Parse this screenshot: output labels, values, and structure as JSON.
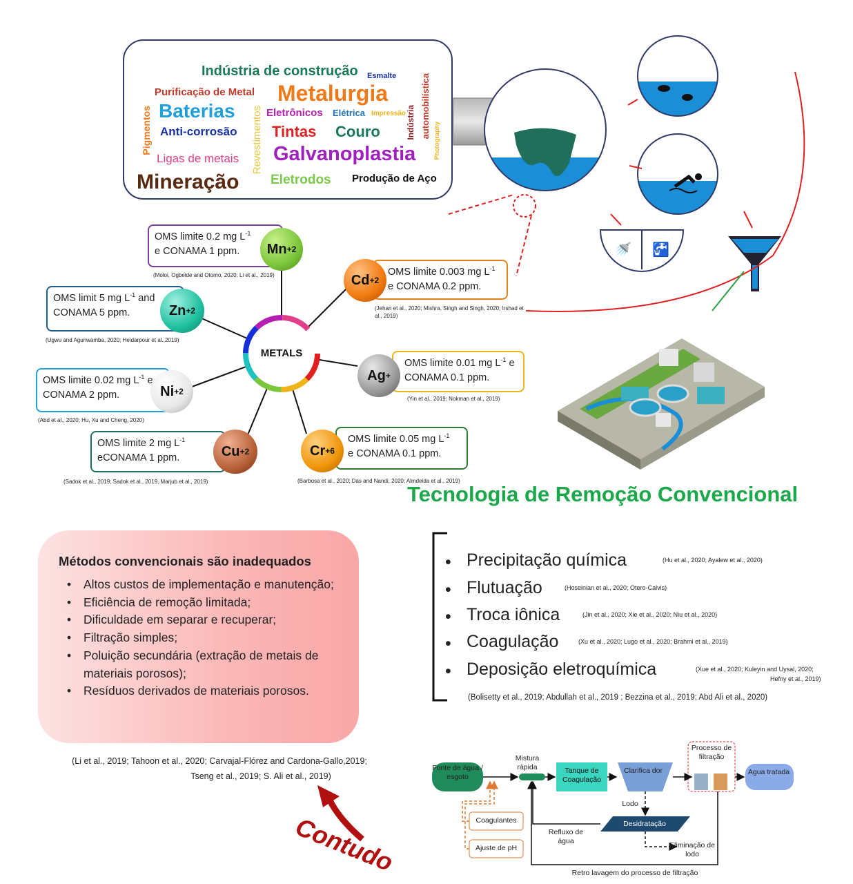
{
  "word_cloud": [
    {
      "text": "Indústria de construção",
      "color": "#1b7a55"
    },
    {
      "text": "Esmalte",
      "color": "#1530a8"
    },
    {
      "text": "Purificação de Metal",
      "color": "#c0392b"
    },
    {
      "text": "Metalurgia",
      "color": "#f07a1a"
    },
    {
      "text": "automobilística",
      "color": "#c0392b"
    },
    {
      "text": "Baterias",
      "color": "#1fa0d8"
    },
    {
      "text": "Eletrônicos",
      "color": "#b51fb0"
    },
    {
      "text": "Elétrica",
      "color": "#2074b5"
    },
    {
      "text": "Impressão",
      "color": "#f0b41a"
    },
    {
      "text": "Indústria",
      "color": "#8b1a1a"
    },
    {
      "text": "Pigmentos",
      "color": "#f07a1a"
    },
    {
      "text": "Anti-corrosão",
      "color": "#1530a8"
    },
    {
      "text": "Tintas",
      "color": "#e02020"
    },
    {
      "text": "Couro",
      "color": "#1b7a55"
    },
    {
      "text": "Photography",
      "color": "#f0b41a"
    },
    {
      "text": "Revestimentos",
      "color": "#e8c53a"
    },
    {
      "text": "Galvanoplastia",
      "color": "#a020c0"
    },
    {
      "text": "Ligas de metais",
      "color": "#e0408a"
    },
    {
      "text": "Mineração",
      "color": "#5a2a10"
    },
    {
      "text": "Eletrodos",
      "color": "#7ac94a"
    },
    {
      "text": "Produção de Aço",
      "color": "#111111"
    }
  ],
  "hub": {
    "label": "METALS"
  },
  "metals": [
    {
      "symbol": "Mn",
      "charge": "+2",
      "pre": "OMS limite 0.2 mg L",
      "sup": "-1",
      "post": " e CONAMA 1 ppm.",
      "ref": "(Moloi, Ogbeide and Otomo, 2020; Li et al., 2019)",
      "border": "#7b3fa0",
      "ball": "#7bc63a"
    },
    {
      "symbol": "Cd",
      "charge": "+2",
      "pre": "OMS limite 0.003 mg L",
      "sup": "-1",
      "post": " e CONAMA 0.2 ppm.",
      "ref": "(Jehan et al., 2020; Mishra, Singh and Singh, 2020; Irshad et al., 2019)",
      "border": "#e8801a",
      "ball": "#f07a10"
    },
    {
      "symbol": "Zn",
      "charge": "+2",
      "pre": "OMS limit 5 mg L",
      "sup": "-1",
      "post": " and CONAMA 5 ppm.",
      "ref": "(Ugwu and Agunwamba, 2020; Heidarpour et al.,2019)",
      "border": "#1f5f8f",
      "ball": "#1fc0a0"
    },
    {
      "symbol": "Ag",
      "charge": "+",
      "pre": "OMS limite 0.01 mg L",
      "sup": "-1",
      "post": " e CONAMA 0.1 ppm.",
      "ref": "(Yin et al., 2019; Nokman et al., 2019)",
      "border": "#f0b41a",
      "ball": "#9a9a9a"
    },
    {
      "symbol": "Ni",
      "charge": "+2",
      "pre": "OMS limite 0.02 mg L",
      "sup": "-1",
      "post": " e CONAMA 2 ppm.",
      "ref": "(Abd et al., 2020; Hu, Xu and Cheng, 2020)",
      "border": "#1fa0d8",
      "ball": "#e8e8e8"
    },
    {
      "symbol": "Cu",
      "charge": "+2",
      "pre": "OMS limite 2 mg L",
      "sup": "-1",
      "post": " eCONAMA 1 ppm.",
      "ref": "(Sadok et al., 2019; Sadok et al., 2019, Marjub et al., 2019)",
      "border": "#1f6f5f",
      "ball": "#b8623a"
    },
    {
      "symbol": "Cr",
      "charge": "+6",
      "pre": "OMS limite 0.05 mg L",
      "sup": "-1",
      "post": " e CONAMA 0.1 ppm.",
      "ref": "(Barbosa et al., 2020; Das and Nandi, 2020; Almdeida et al., 2019)",
      "border": "#2f7a2f",
      "ball": "#f0960a"
    }
  ],
  "section_title": "Tecnologia de Remoção Convencional",
  "inadequate": {
    "title": "Métodos convencionais são inadequados",
    "items": [
      "Altos custos de implementação e manutenção;",
      "Eficiência de remoção limitada;",
      "Dificuldade em separar e recuperar;",
      "Filtração simples;",
      "Poluição secundária (extração de metais de materiais porosos);",
      "Resíduos derivados de materiais porosos."
    ],
    "refs_line1": "(Li et al., 2019; Tahoon et al., 2020; Carvajal-Flórez and Cardona-Gallo,2019;",
    "refs_line2": "Tseng et al., 2019; S. Ali et al., 2019)"
  },
  "contudo": "Contudo",
  "technologies": [
    {
      "name": "Precipitação química",
      "cite": "(Hu et al., 2020; Ayalew et al., 2020)"
    },
    {
      "name": "Flutuação",
      "cite": "(Hoseinian et al., 2020; Otero-Calvis)"
    },
    {
      "name": "Troca iônica",
      "cite": "(Jin et al., 2020; Xie et al., 2020; Niu et al., 2020)"
    },
    {
      "name": "Coagulação",
      "cite": "(Xu et al., 2020; Lugo et al., 2020; Brahmi et al., 2019)"
    },
    {
      "name": "Deposição eletroquímica",
      "cite": "(Xue et al., 2020; Kuleyin and Uysal, 2020;",
      "cite2": "Hefny et al., 2019)"
    }
  ],
  "tech_refs": "(Bolisetty et al., 2019; Abdullah et al., 2019 ; Bezzina et al., 2019; Abd Ali et al., 2020)",
  "flow": {
    "source": "Fonte de água / esgoto",
    "rapid_mix": "Mistura rápida",
    "coag_tank": "Tanque de Coagulação",
    "clarifier": "Clarifica dor",
    "filtration": "Processo de filtração",
    "treated": "Agua tratada",
    "sludge": "Lodo",
    "dewatering": "Desidratação",
    "reflux": "Refluxo de água",
    "sludge_disposal": "Eliminação de lodo",
    "coagulants": "Coagulantes",
    "ph": "Ajuste de pH",
    "backwash": "Retro lavagem do processo de filtração"
  }
}
